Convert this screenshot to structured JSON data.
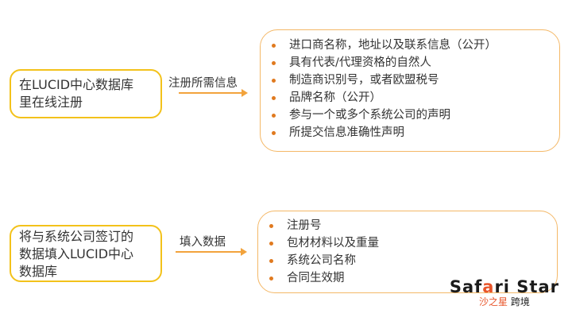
{
  "section_1": {
    "source_lines": [
      "在LUCID中心数据库",
      "里在线注册"
    ],
    "arrow_label": "注册所需信息",
    "items": [
      "进口商名称，地址以及联系信息（公开）",
      "具有代表/代理资格的自然人",
      "制造商识别号，或者欧盟税号",
      "品牌名称（公开）",
      "参与一个或多个系统公司的声明",
      "所提交信息准确性声明"
    ]
  },
  "section_2": {
    "source_lines": [
      "将与系统公司签订的",
      "数据填入LUCID中心",
      "数据库"
    ],
    "arrow_label": "填入数据",
    "items": [
      "注册号",
      "包材材料以及重量",
      "系统公司名称",
      "合同生效期"
    ]
  },
  "logo": {
    "word_part_1": "Saf",
    "word_accent": "a",
    "word_part_2": "ri Star",
    "sub_red": "沙之星",
    "sub_dark": "跨境"
  },
  "colors": {
    "left_box_border": "#f3c21b",
    "right_box_border": "#f4b867",
    "arrow": "#f2a33c",
    "bullet": "#e07a1f",
    "logo_accent": "#e8552a"
  }
}
